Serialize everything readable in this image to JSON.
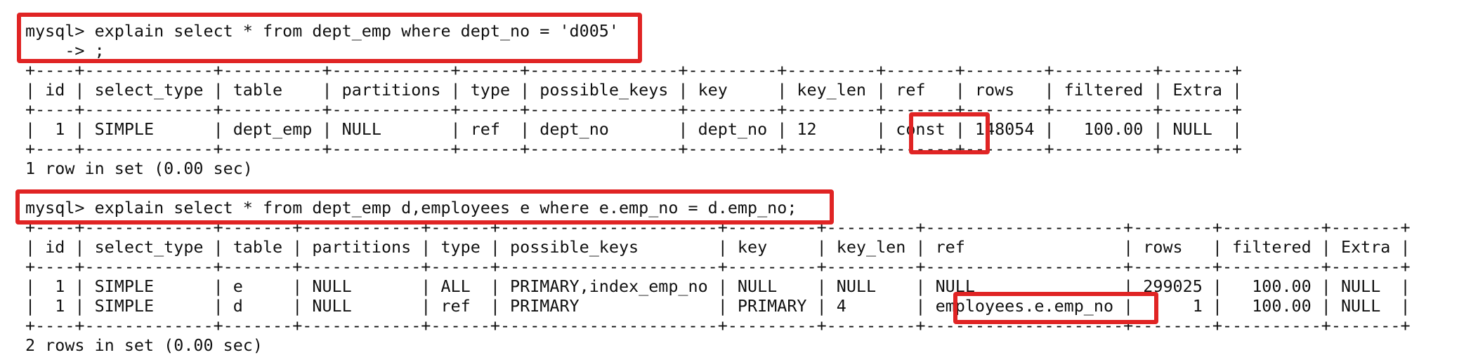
{
  "accent_color": "#e02424",
  "query1": {
    "prompt": "mysql> explain select * from dept_emp where dept_no = 'd005'",
    "continuation": "    -> ;",
    "border": "+----+-------------+----------+------------+------+---------------+---------+---------+-------+--------+----------+-------+",
    "header": "| id | select_type | table    | partitions | type | possible_keys | key     | key_len | ref   | rows   | filtered | Extra |",
    "rows": [
      "|  1 | SIMPLE      | dept_emp | NULL       | ref  | dept_no       | dept_no | 12      | const | 148054 |   100.00 | NULL  |"
    ],
    "result": "1 row in set (0.00 sec)"
  },
  "query2": {
    "prompt": "mysql> explain select * from dept_emp d,employees e where e.emp_no = d.emp_no;",
    "border": "+----+-------------+-------+------------+------+----------------------+---------+---------+--------------------+--------+----------+-------+",
    "header": "| id | select_type | table | partitions | type | possible_keys        | key     | key_len | ref                | rows   | filtered | Extra |",
    "rows": [
      "|  1 | SIMPLE      | e     | NULL       | ALL  | PRIMARY,index_emp_no | NULL    | NULL    | NULL               | 299025 |   100.00 | NULL  |",
      "|  1 | SIMPLE      | d     | NULL       | ref  | PRIMARY              | PRIMARY | 4       | employees.e.emp_no |      1 |   100.00 | NULL  |"
    ],
    "result": "2 rows in set (0.00 sec)"
  }
}
